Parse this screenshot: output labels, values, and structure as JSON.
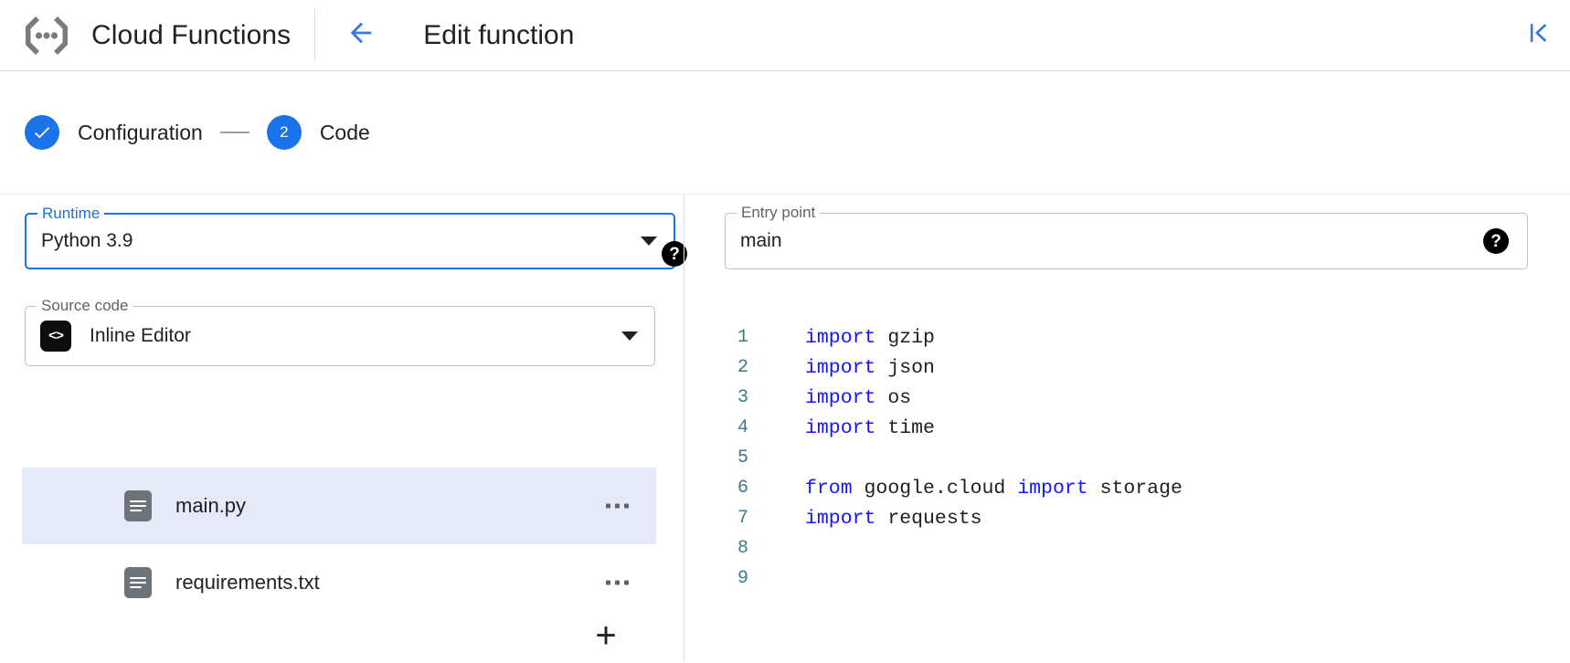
{
  "header": {
    "brand_title": "Cloud Functions",
    "brand_logo_icon": "cloud-functions-logo",
    "back_icon": "arrow-left-icon",
    "page_title": "Edit function",
    "collapse_icon": "collapse-panel-left-icon"
  },
  "stepper": {
    "steps": [
      {
        "label": "Configuration",
        "marker": "✓",
        "state": "completed"
      },
      {
        "label": "Code",
        "marker": "2",
        "state": "active"
      }
    ]
  },
  "form": {
    "runtime": {
      "legend": "Runtime",
      "value": "Python 3.9",
      "dropdown_icon": "chevron-down-icon",
      "help_icon": "help-circle-icon",
      "help_glyph": "?",
      "focused": true
    },
    "entry_point": {
      "legend": "Entry point",
      "value": "main",
      "help_icon": "help-circle-icon",
      "help_glyph": "?",
      "focused": false
    },
    "source_code": {
      "legend": "Source code",
      "value": "Inline Editor",
      "leading_icon": "code-brackets-icon",
      "leading_glyph": "<>",
      "dropdown_icon": "chevron-down-icon"
    }
  },
  "files": {
    "add_button_glyph": "+",
    "add_button_icon": "plus-icon",
    "items": [
      {
        "name": "main.py",
        "icon": "file-icon",
        "selected": true,
        "menu_icon": "more-horizontal-icon"
      },
      {
        "name": "requirements.txt",
        "icon": "file-icon",
        "selected": false,
        "menu_icon": "more-horizontal-icon"
      }
    ]
  },
  "editor": {
    "lines": [
      {
        "n": "1",
        "tokens": [
          {
            "t": "import",
            "k": true
          },
          {
            "t": " gzip",
            "k": false
          }
        ]
      },
      {
        "n": "2",
        "tokens": [
          {
            "t": "import",
            "k": true
          },
          {
            "t": " json",
            "k": false
          }
        ]
      },
      {
        "n": "3",
        "tokens": [
          {
            "t": "import",
            "k": true
          },
          {
            "t": " os",
            "k": false
          }
        ]
      },
      {
        "n": "4",
        "tokens": [
          {
            "t": "import",
            "k": true
          },
          {
            "t": " time",
            "k": false
          }
        ]
      },
      {
        "n": "5",
        "tokens": []
      },
      {
        "n": "6",
        "tokens": [
          {
            "t": "from",
            "k": true
          },
          {
            "t": " google.cloud ",
            "k": false
          },
          {
            "t": "import",
            "k": true
          },
          {
            "t": " storage",
            "k": false
          }
        ]
      },
      {
        "n": "7",
        "tokens": [
          {
            "t": "import",
            "k": true
          },
          {
            "t": " requests",
            "k": false
          }
        ]
      },
      {
        "n": "8",
        "tokens": []
      },
      {
        "n": "9",
        "tokens": []
      }
    ]
  },
  "colors": {
    "accent_blue": "#1a73e8",
    "keyword_blue": "#1414ff",
    "line_number": "#3a7a85",
    "selected_row": "#e6eaf8",
    "text_primary": "#202124",
    "text_secondary": "#5f6368",
    "border": "#bdc1c6"
  }
}
